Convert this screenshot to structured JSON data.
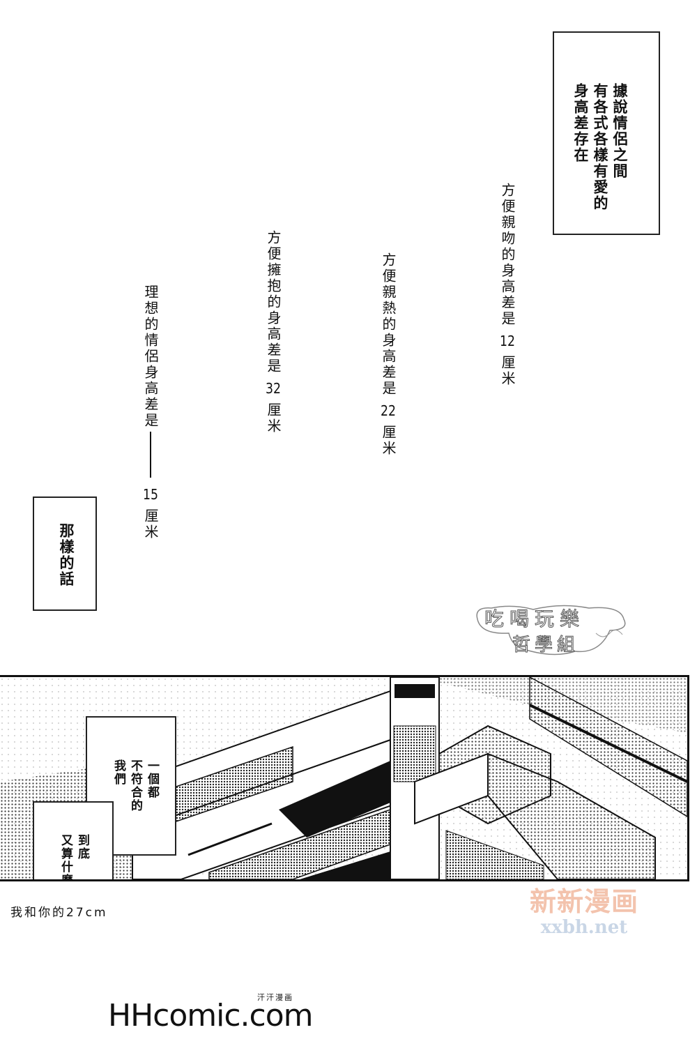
{
  "intro_box": {
    "lines": [
      "據說情侶之間",
      "有各式各樣有愛的",
      "身高差存在"
    ]
  },
  "columns": [
    {
      "text": "方便親吻的身高差是",
      "number": "12",
      "unit": "厘米"
    },
    {
      "text": "方便親熱的身高差是",
      "number": "22",
      "unit": "厘米"
    },
    {
      "text": "方便擁抱的身高差是",
      "number": "32",
      "unit": "厘米"
    },
    {
      "text": "理想的情侶身高差是",
      "number": "15",
      "unit": "厘米"
    }
  ],
  "conclusion_box": {
    "text": "那樣的話"
  },
  "watermark_group": {
    "line1": "吃喝玩樂",
    "line2": "哲學組"
  },
  "panel": {
    "bubble_upper": [
      "一個都",
      "不符合的",
      "我們"
    ],
    "bubble_lower": [
      "到底",
      "又算什麼呢"
    ]
  },
  "footer": {
    "chapter_title": "我和你的27cm",
    "xxbh_logo": "新新漫画",
    "xxbh_url": "xxbh.net",
    "hh_logo": "HHcomic.com",
    "hh_logo_cn": "汗汗漫画"
  },
  "colors": {
    "ink": "#111111",
    "xxbh_orange": "#f3c3ad",
    "xxbh_blue": "#c9d6e6"
  }
}
